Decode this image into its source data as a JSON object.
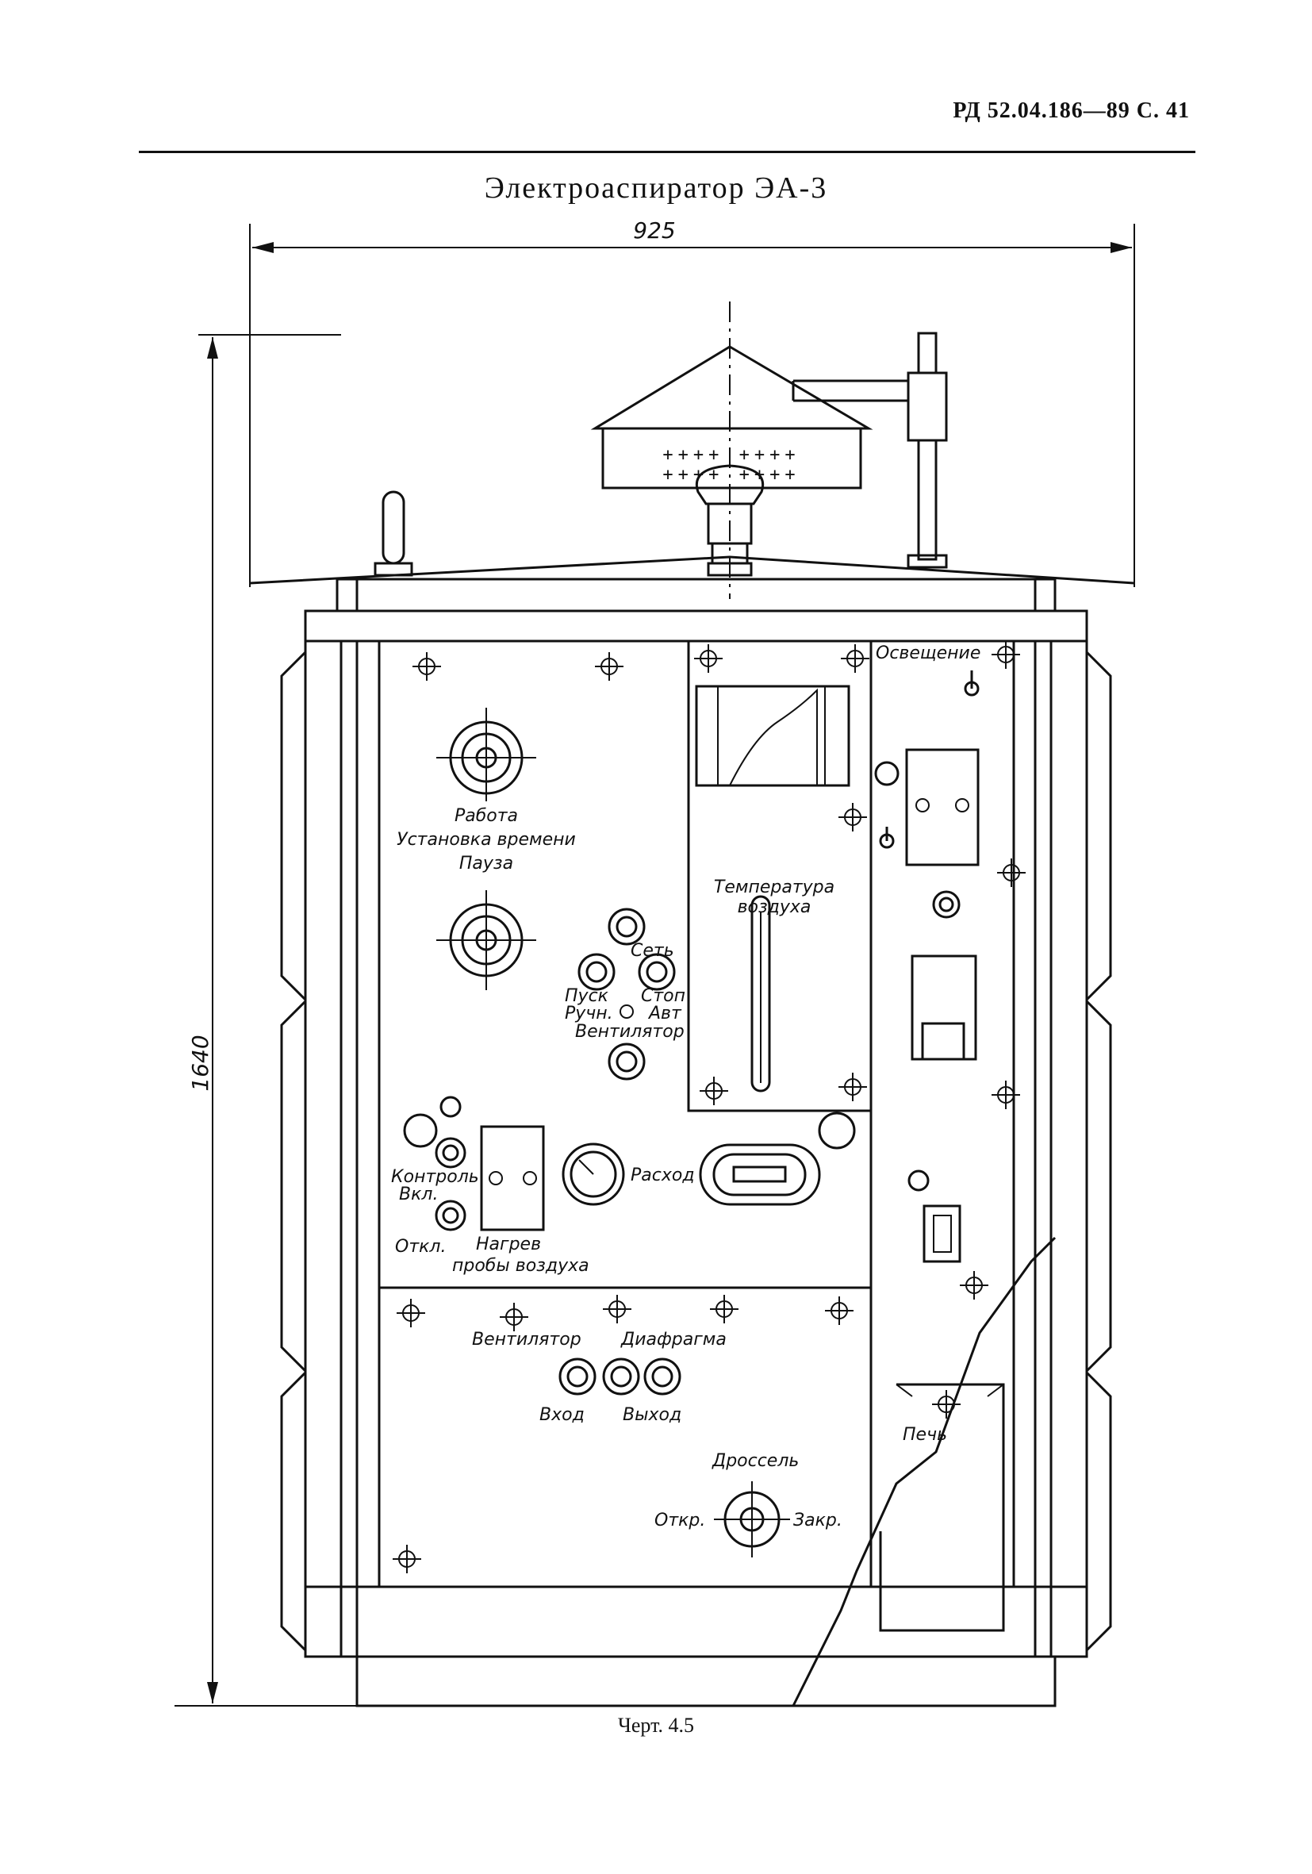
{
  "header": {
    "doc_ref": "РД 52.04.186—89 С. 41"
  },
  "title": "Электроаспиратор ЭА-3",
  "caption": "Черт. 4.5",
  "dimensions": {
    "width": "925",
    "height": "1640"
  },
  "labels": {
    "lighting": "Освещение",
    "work": "Работа",
    "time_setting": "Установка времени",
    "pause": "Пауза",
    "network": "Сеть",
    "start": "Пуск",
    "stop": "Стоп",
    "manual": "Ручн.",
    "auto": "Авт",
    "fan_switch": "Вентилятор",
    "air_temperature_1": "Температура",
    "air_temperature_2": "воздуха",
    "control": "Контроль",
    "on": "Вкл.",
    "off": "Откл.",
    "flow": "Расход",
    "heating_1": "Нагрев",
    "heating_2": "пробы воздуха",
    "fan": "Вентилятор",
    "diaphragm": "Диафрагма",
    "inlet": "Вход",
    "outlet": "Выход",
    "throttle": "Дроссель",
    "open": "Откр.",
    "close": "Закр.",
    "furnace": "Печь"
  }
}
